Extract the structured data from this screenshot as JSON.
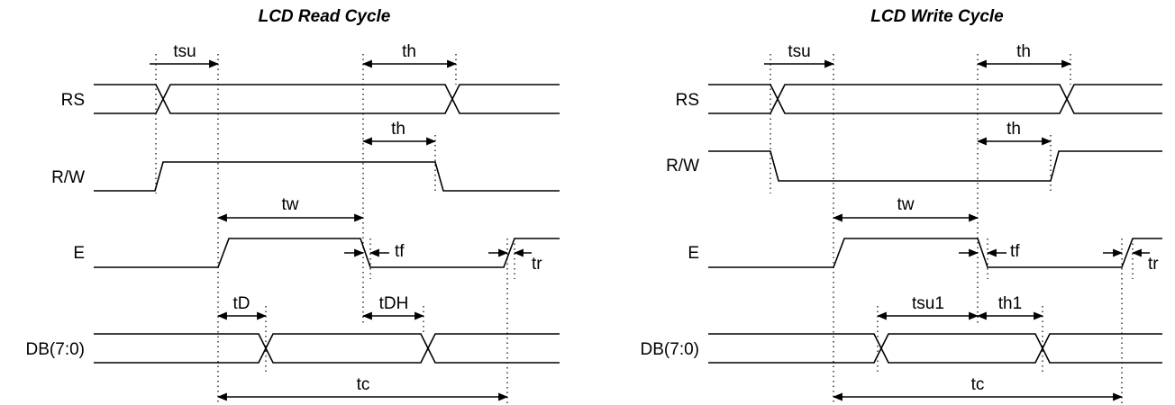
{
  "read_cycle": {
    "title": "LCD Read Cycle",
    "signals": [
      "RS",
      "R/W",
      "E",
      "DB(7:0)"
    ],
    "timing_labels": {
      "tsu": "tsu",
      "th_rs": "th",
      "th_rw": "th",
      "tw": "tw",
      "tf": "tf",
      "tr": "tr",
      "tD": "tD",
      "tDH": "tDH",
      "tc": "tc"
    }
  },
  "write_cycle": {
    "title": "LCD Write Cycle",
    "signals": [
      "RS",
      "R/W",
      "E",
      "DB(7:0)"
    ],
    "timing_labels": {
      "tsu": "tsu",
      "th_rs": "th",
      "th_rw": "th",
      "tw": "tw",
      "tf": "tf",
      "tr": "tr",
      "tsu1": "tsu1",
      "th1": "th1",
      "tc": "tc"
    }
  }
}
